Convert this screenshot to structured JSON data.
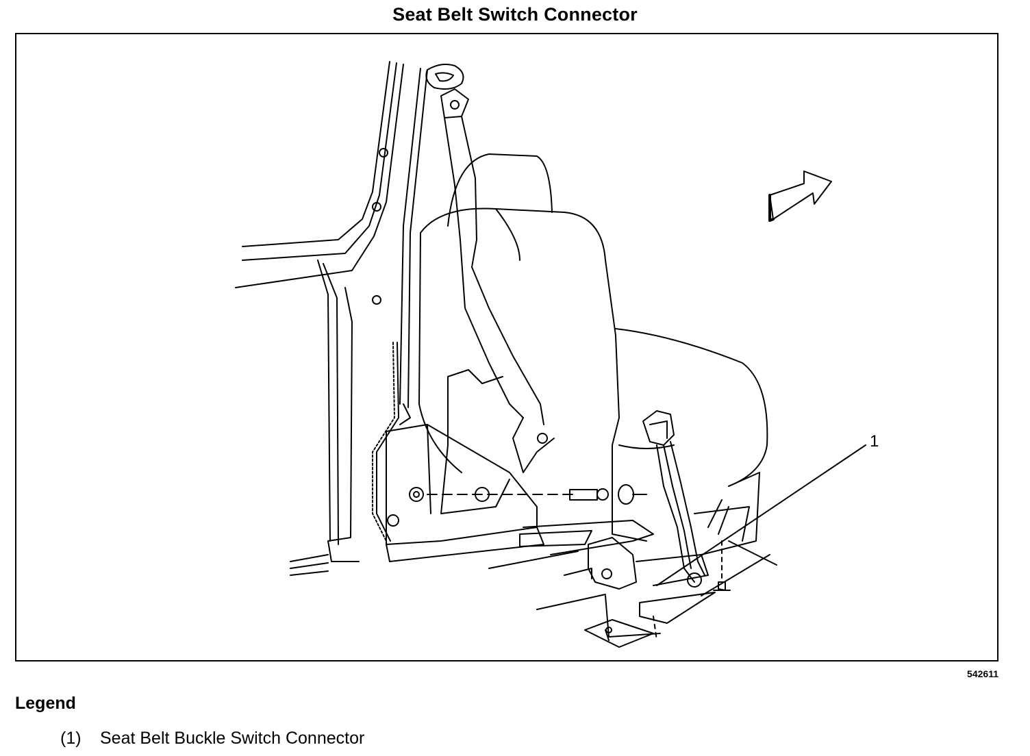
{
  "title": "Seat Belt Switch Connector",
  "figure_number": "542611",
  "callouts": [
    {
      "label": "1"
    }
  ],
  "legend": {
    "heading": "Legend",
    "items": [
      {
        "number": "(1)",
        "text": "Seat Belt Buckle Switch Connector"
      }
    ]
  }
}
